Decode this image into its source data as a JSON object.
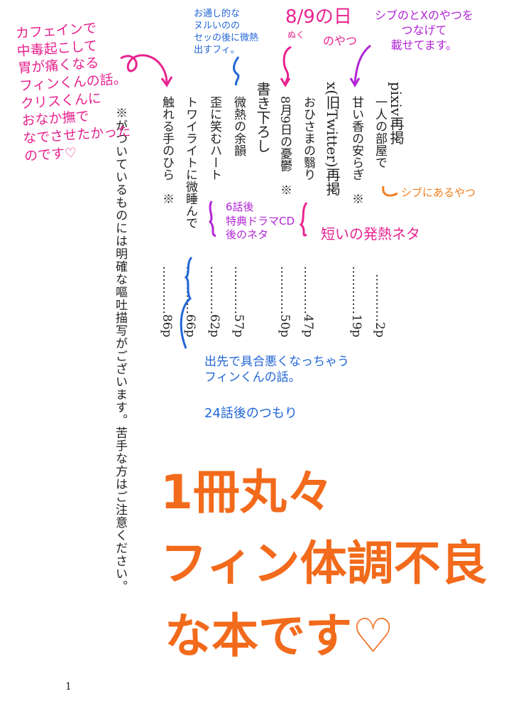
{
  "toc": {
    "sections": [
      {
        "heading": "pixiv再掲",
        "entries": [
          {
            "title": "一人の部屋で",
            "page": "…………2p"
          },
          {
            "title": "甘い香の安らぎ　※",
            "page": "…………19p"
          }
        ]
      },
      {
        "heading": "x(旧Twitter)再掲",
        "entries": [
          {
            "title": "おひさまの翳り",
            "page": "…………47p"
          },
          {
            "title": "8月9日の憂鬱　※",
            "page": "…………50p"
          }
        ]
      },
      {
        "heading": "書き下ろし",
        "entries": [
          {
            "title": "微熱の余韻",
            "page": "…………57p"
          },
          {
            "title": "歪に笑むハート",
            "page": "…………62p"
          },
          {
            "title": "トワイライトに微睡んで",
            "page": "…………66p"
          },
          {
            "title": "触れる手のひら　※",
            "page": "…………86p"
          }
        ]
      }
    ],
    "warning": "※がついているものには明確な嘔吐描写がございます。苦手な方はご注意ください。"
  },
  "page_number": "1",
  "annotations": {
    "caffeine": "カフェインで\n中毒起こして\n胃が痛くなる\nフィンくんの話。\nクリスくんに\nおなか撫で\nなでさせたかった\nのです♡",
    "bonus": "お通し的な\nヌルいのの\nセッの後に微熱\n出すフィ。",
    "aug9": "8/9の日",
    "aug9_sub": "のやつ",
    "aug9_small": "ぬく",
    "sib": "シブのとXのやつを\nつなげて\n載せてます。",
    "sib_only": "シブにあるやつ",
    "short_fever": "短いの発熱ネタ",
    "ep6": "6話後\n特典ドラマCD\n後のネタ",
    "outing": "出先で具合悪くなっちゃう\nフィンくんの話。",
    "ep24": "24話後のつもり",
    "big_line1": "1冊丸々",
    "big_line2": "フィン体調不良",
    "big_line3": "な本です♡"
  },
  "colors": {
    "pink": "#e8238f",
    "blue": "#2166d6",
    "purple": "#b124d6",
    "orange": "#f26a1b"
  }
}
